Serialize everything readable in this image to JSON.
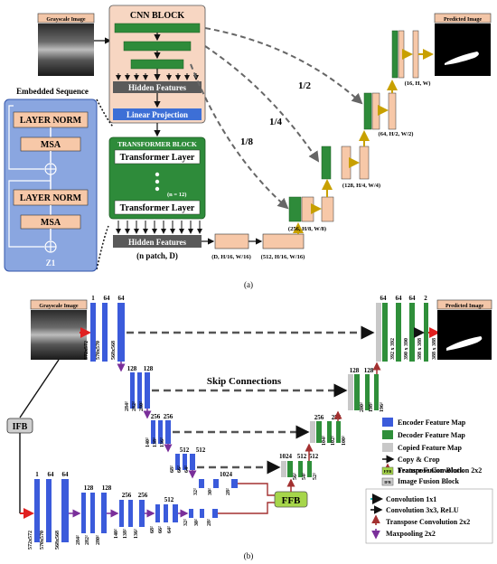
{
  "panel_a": {
    "input_label": "Grayscale Image",
    "output_label": "Predicted Image",
    "cnn_block": "CNN BLOCK",
    "hidden_features_top": "Hidden Features",
    "linear_projection": "Linear Projection",
    "embedded_sequence": "Embedded Sequence",
    "layer_norm_1": "LAYER NORM",
    "msa_1": "MSA",
    "layer_norm_2": "LAYER NORM",
    "msa_2": "MSA",
    "z1": "Z1",
    "transformer_block": "TRANSFORMER BLOCK",
    "transformer_layer_1": "Transformer Layer",
    "transformer_layer_2": "Transformer Layer",
    "n_layers": "(n = 12)",
    "hidden_features_bottom": "Hidden Features",
    "n_patch": "(n patch, D)",
    "dim_d": "(D, H/16, W/16)",
    "dim_512": "(512, H/16, W/16)",
    "dim_256": "(256, H/8, W/8)",
    "dim_128": "(128, H/4, W/4)",
    "dim_64": "(64, H/2, W/2)",
    "dim_16": "(16, H, W)",
    "skip_half": "1/2",
    "skip_quarter": "1/4",
    "skip_eighth": "1/8",
    "caption": "(a)"
  },
  "panel_b": {
    "input_label": "Grayscale Image",
    "output_label": "Predicted Image",
    "ifb": "IFB",
    "ffb": "FFB",
    "skip_connections": "Skip Connections",
    "caption": "(b)",
    "top_encoder": {
      "channels": [
        "1",
        "64",
        "64",
        "128",
        "128",
        "256",
        "256",
        "512",
        "512",
        "1024"
      ],
      "sizes": [
        "572x572",
        "570x570",
        "568x568",
        "284²",
        "282²",
        "280²",
        "140²",
        "138²",
        "136²",
        "68²",
        "66²",
        "64²",
        "32²",
        "30²",
        "28²"
      ]
    },
    "decoder": {
      "channels": [
        "1024",
        "512",
        "512",
        "256",
        "256",
        "128",
        "128",
        "64",
        "64",
        "2"
      ],
      "sizes": [
        "56²",
        "54²",
        "52²",
        "104²",
        "102²",
        "100²",
        "200²",
        "198²",
        "196²",
        "392 x 392",
        "390 x 390",
        "388 x 388",
        "388 x 388"
      ]
    },
    "bottom_encoder": {
      "channels": [
        "1",
        "64",
        "64",
        "128",
        "128",
        "256",
        "256",
        "512",
        "1024"
      ],
      "sizes": [
        "572x572",
        "570x570",
        "568x568",
        "284²",
        "282²",
        "280²",
        "140²",
        "138²",
        "136²",
        "68²",
        "66²",
        "64²",
        "32²",
        "30²",
        "28²"
      ]
    },
    "legend": [
      {
        "label": "Encoder Feature Map",
        "color": "#3b5bdb"
      },
      {
        "label": "Decoder Feature Map",
        "color": "#2f8f3a"
      },
      {
        "label": "Copied Feature Map",
        "color": "#c8c8c8"
      },
      {
        "label": "Copy & Crop",
        "color": "#222222"
      },
      {
        "label": "Transpose Convolution 2x2",
        "color": "#8b1a1a"
      },
      {
        "label": "Feature Fusion Block",
        "color": "#a6d64a"
      },
      {
        "label": "Image Fusion Block",
        "color": "#cfcfcf"
      }
    ],
    "legend_ops": [
      {
        "label": "Convolution 1x1",
        "color": "#1fb5b5"
      },
      {
        "label": "Convolution 3x3, ReLU",
        "color": "#111111"
      },
      {
        "label": "Transpose Convolution 2x2",
        "color": "#a33030"
      },
      {
        "label": "Maxpooling 2x2",
        "color": "#7a2f9a"
      }
    ]
  },
  "colors": {
    "encoder": "#3b5bdb",
    "decoder": "#2f8f3a",
    "cnn_bg": "#f7d6c2",
    "transformer_bg": "#2e8b3a",
    "embedded_bg": "#8aa6e0",
    "peach": "#f7c8a8",
    "gold": "#c8a000",
    "grey_box": "#5a5a5a",
    "blue_bar": "#3d6fd6",
    "ffb": "#a6d64a",
    "maxpool": "#7a2f9a",
    "upconv": "#a33030",
    "conv1x1": "#1fb5b5",
    "input_arrow": "#e02020"
  }
}
